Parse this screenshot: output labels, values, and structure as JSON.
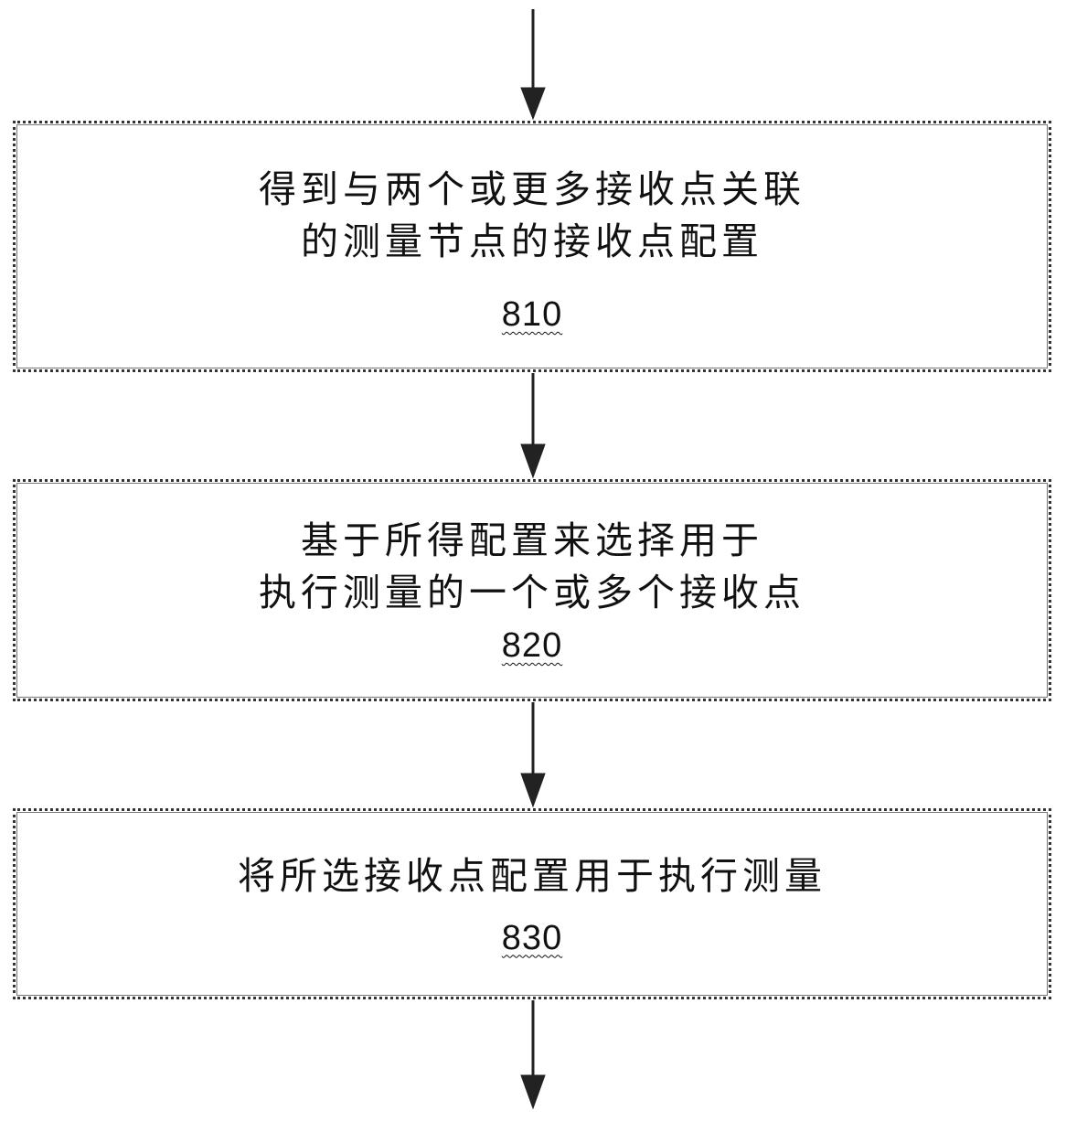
{
  "flowchart": {
    "steps": [
      {
        "id": "810",
        "lines": [
          "得到与两个或更多接收点关联",
          "的测量节点的接收点配置"
        ],
        "ref": "810"
      },
      {
        "id": "820",
        "lines": [
          "基于所得配置来选择用于",
          "执行测量的一个或多个接收点"
        ],
        "ref": "820"
      },
      {
        "id": "830",
        "lines": [
          "将所选接收点配置用于执行测量"
        ],
        "ref": "830"
      }
    ]
  }
}
